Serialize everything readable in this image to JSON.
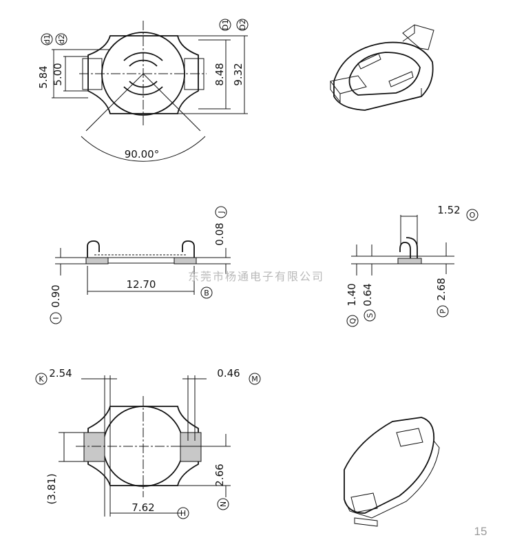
{
  "dims": {
    "d1": "5.84",
    "d2": "5.00",
    "d3": "8.48",
    "d4": "9.32",
    "angle": "90.00°",
    "t1": "0.08",
    "t2": "0.90",
    "t3": "12.70",
    "s1": "1.52",
    "s2": "1.40",
    "s3": "0.64",
    "s4": "2.68",
    "b1": "2.54",
    "b2": "0.46",
    "b3": "(3.81)",
    "b4": "2.66",
    "b5": "7.62"
  },
  "labels": {
    "d1": "d1",
    "d2": "d2",
    "D1": "D1",
    "D2": "D2",
    "J": "J",
    "I": "I",
    "B": "B",
    "O": "O",
    "Q": "Q",
    "S": "S",
    "P": "P",
    "K": "K",
    "M": "M",
    "N": "N",
    "H": "H"
  },
  "watermark": "东莞市杨通电子有限公司",
  "page_number": "15"
}
